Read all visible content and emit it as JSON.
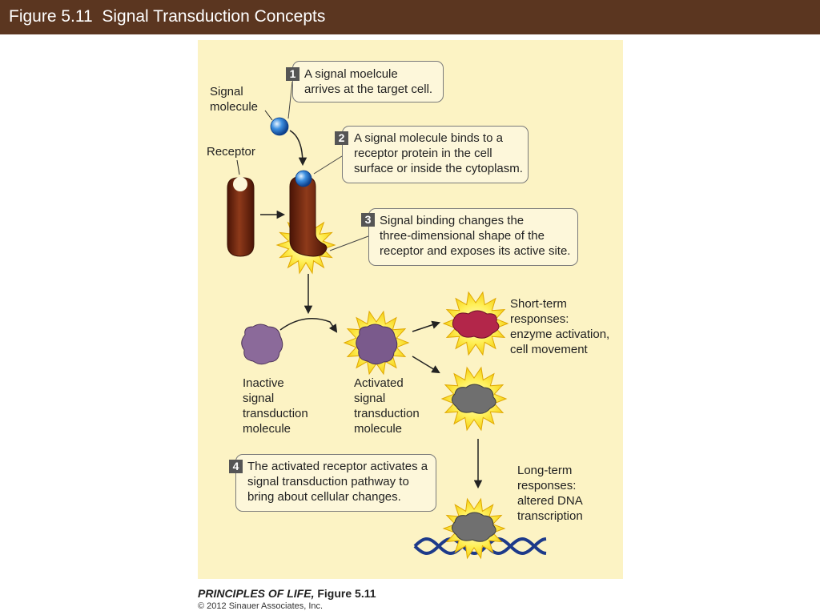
{
  "header": {
    "title": "Figure 5.11  Signal Transduction Concepts"
  },
  "labels": {
    "signal_molecule": [
      "Signal",
      "molecule"
    ],
    "receptor": "Receptor",
    "inactive": [
      "Inactive",
      "signal",
      "transduction",
      "molecule"
    ],
    "activated": [
      "Activated",
      "signal",
      "transduction",
      "molecule"
    ],
    "short_term": [
      "Short-term",
      "responses:",
      "enzyme activation,",
      "cell movement"
    ],
    "long_term": [
      "Long-term",
      "responses:",
      "altered DNA",
      "transcription"
    ]
  },
  "steps": [
    {
      "num": "1",
      "lines": [
        "A signal moelcule",
        "arrives at the target cell."
      ]
    },
    {
      "num": "2",
      "lines": [
        "A signal molecule binds to a",
        "receptor protein in the cell",
        "surface or inside the cytoplasm."
      ]
    },
    {
      "num": "3",
      "lines": [
        "Signal binding changes the",
        "three-dimensional shape of the",
        "receptor and exposes its active site."
      ]
    },
    {
      "num": "4",
      "lines": [
        "The activated receptor activates a",
        "signal transduction pathway to",
        "bring about cellular changes."
      ]
    }
  ],
  "footer": {
    "book": "PRINCIPLES OF LIFE,",
    "figure": " Figure 5.11",
    "copyright": "© 2012 Sinauer Associates, Inc."
  },
  "colors": {
    "header": "#5b3620",
    "panel": "#fcf3c4",
    "receptor": "#7a2a12",
    "signal": "#3d8fe0",
    "burst": "#ffe83a",
    "inactive_molecule": "#8b6a9a",
    "enzyme": "#b3264a",
    "gray_molecule": "#6f6f6f",
    "dna": "#1d3a8a"
  }
}
